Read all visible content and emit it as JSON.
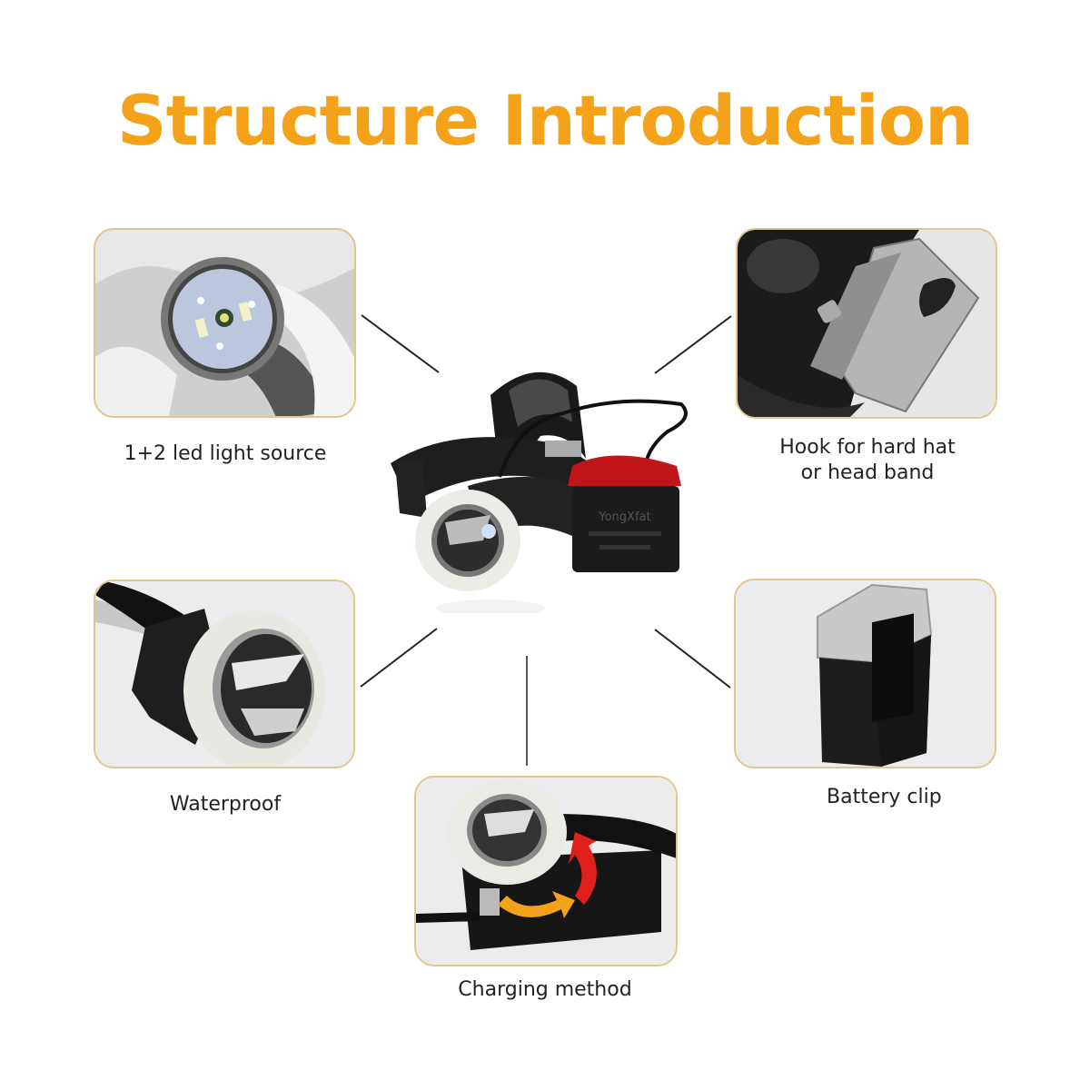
{
  "title": "Structure Introduction",
  "colors": {
    "title": "#f5a21b",
    "card_border": "#e3c68f",
    "connector": "#222222"
  },
  "features": [
    {
      "id": "led",
      "label": "1+2 led light source"
    },
    {
      "id": "hook",
      "label_line1": "Hook for hard hat",
      "label_line2": "or head band"
    },
    {
      "id": "waterproof",
      "label": "Waterproof"
    },
    {
      "id": "battery",
      "label": "Battery clip"
    },
    {
      "id": "charging",
      "label": "Charging method"
    }
  ],
  "product": {
    "brand_text": "YongXfat"
  }
}
